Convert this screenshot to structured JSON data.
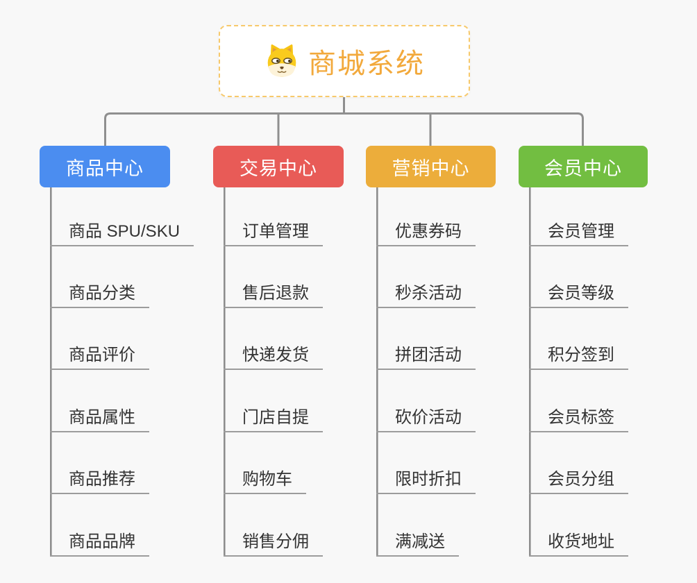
{
  "root": {
    "title": "商城系统",
    "icon": "dog-face",
    "accent_color": "#F2A93C",
    "border_color": "#F7C96B"
  },
  "branches": [
    {
      "label": "商品中心",
      "color": "#4B8DF0",
      "children": [
        "商品 SPU/SKU",
        "商品分类",
        "商品评价",
        "商品属性",
        "商品推荐",
        "商品品牌"
      ]
    },
    {
      "label": "交易中心",
      "color": "#E85B57",
      "children": [
        "订单管理",
        "售后退款",
        "快递发货",
        "门店自提",
        "购物车",
        "销售分佣"
      ]
    },
    {
      "label": "营销中心",
      "color": "#ECAD3B",
      "children": [
        "优惠券码",
        "秒杀活动",
        "拼团活动",
        "砍价活动",
        "限时折扣",
        "满减送"
      ]
    },
    {
      "label": "会员中心",
      "color": "#72BE41",
      "children": [
        "会员管理",
        "会员等级",
        "积分签到",
        "会员标签",
        "会员分组",
        "收货地址"
      ]
    }
  ]
}
